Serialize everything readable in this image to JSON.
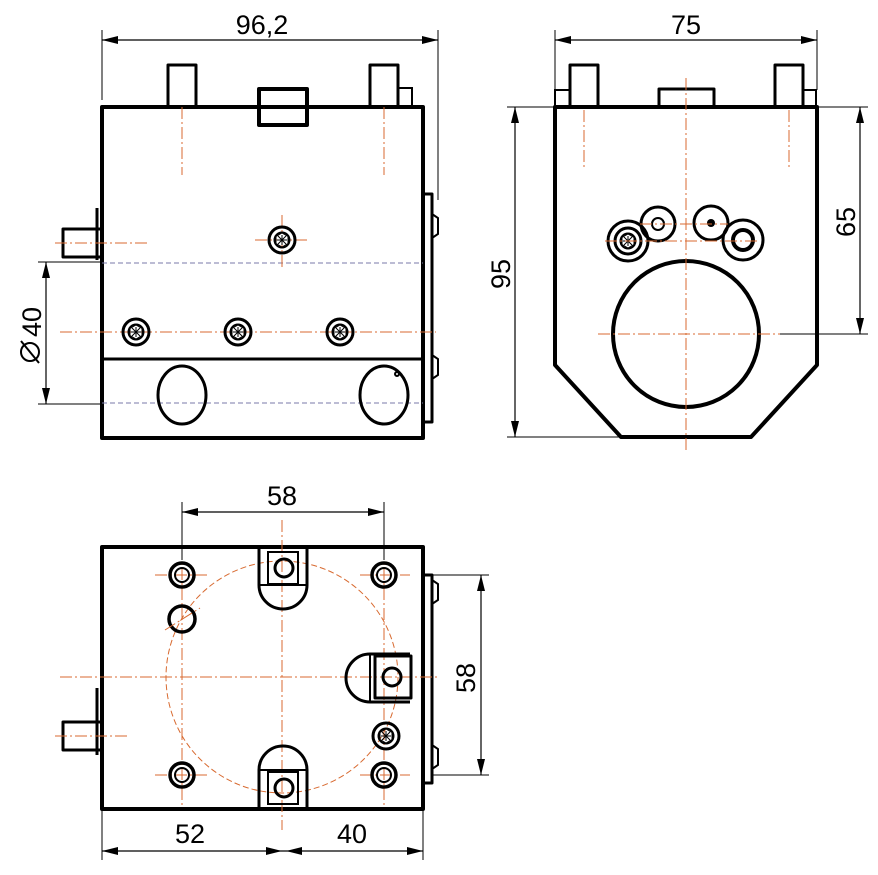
{
  "colors": {
    "outline": "#000000",
    "center_line": "#d86a30",
    "hidden_line": "#7a7aa8",
    "background": "#ffffff"
  },
  "dimensions": {
    "front_width": "96,2",
    "front_bore_diameter": "40",
    "side_width": "75",
    "side_height": "95",
    "side_bore_height": "65",
    "top_hole_spacing_x": "58",
    "top_hole_spacing_y": "58",
    "top_left_offset": "52",
    "top_right_offset": "40"
  }
}
